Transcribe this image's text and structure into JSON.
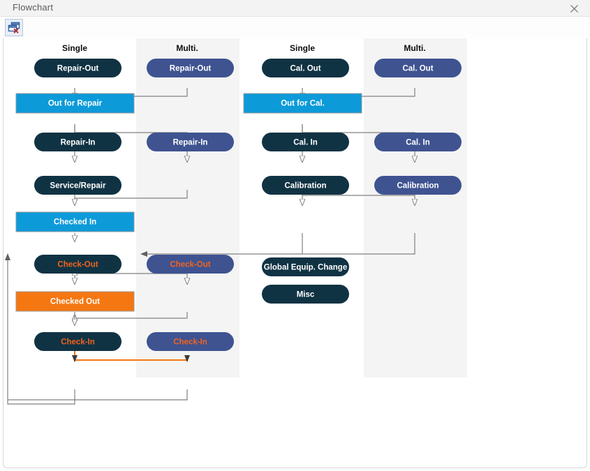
{
  "window": {
    "title": "Flowchart",
    "close_icon": "close-x-icon"
  },
  "toolbar": {
    "buttons": [
      {
        "name": "close-window-button",
        "icon": "window-close-red-x-icon",
        "tooltip": "Close"
      }
    ]
  },
  "colors": {
    "node_single": "#103344",
    "node_multi": "#3f5391",
    "state_blue": "#0c9ad9",
    "state_orange": "#f57711",
    "label_white": "#ffffff",
    "label_orange": "#f4631c",
    "band_gray": "#f4f4f4",
    "connector_gray": "#808080",
    "connector_orange": "#f57711",
    "title_text": "#5a5a5a"
  },
  "columns": [
    {
      "id": "repair-single",
      "label": "Single",
      "variant": "single",
      "banded": false
    },
    {
      "id": "repair-multi",
      "label": "Multi.",
      "variant": "multi",
      "banded": true
    },
    {
      "id": "cal-single",
      "label": "Single",
      "variant": "single",
      "banded": false
    },
    {
      "id": "cal-multi",
      "label": "Multi.",
      "variant": "multi",
      "banded": true
    }
  ],
  "nodes": {
    "repair_out_single": {
      "label": "Repair-Out",
      "shape": "pill",
      "fill": "node_single",
      "text": "label_white"
    },
    "repair_out_multi": {
      "label": "Repair-Out",
      "shape": "pill",
      "fill": "node_multi",
      "text": "label_white"
    },
    "out_for_repair": {
      "label": "Out for Repair",
      "shape": "rect",
      "fill": "state_blue",
      "text": "label_white"
    },
    "repair_in_single": {
      "label": "Repair-In",
      "shape": "pill",
      "fill": "node_single",
      "text": "label_white"
    },
    "repair_in_multi": {
      "label": "Repair-In",
      "shape": "pill",
      "fill": "node_multi",
      "text": "label_white"
    },
    "service_repair": {
      "label": "Service/Repair",
      "shape": "pill",
      "fill": "node_single",
      "text": "label_white"
    },
    "checked_in": {
      "label": "Checked In",
      "shape": "rect",
      "fill": "state_blue",
      "text": "label_white"
    },
    "check_out_single": {
      "label": "Check-Out",
      "shape": "pill",
      "fill": "node_single",
      "text": "label_orange"
    },
    "check_out_multi": {
      "label": "Check-Out",
      "shape": "pill",
      "fill": "node_multi",
      "text": "label_orange"
    },
    "checked_out": {
      "label": "Checked Out",
      "shape": "rect",
      "fill": "state_orange",
      "text": "label_white"
    },
    "check_in_single": {
      "label": "Check-In",
      "shape": "pill",
      "fill": "node_single",
      "text": "label_orange"
    },
    "check_in_multi": {
      "label": "Check-In",
      "shape": "pill",
      "fill": "node_multi",
      "text": "label_orange"
    },
    "cal_out_single": {
      "label": "Cal. Out",
      "shape": "pill",
      "fill": "node_single",
      "text": "label_white"
    },
    "cal_out_multi": {
      "label": "Cal. Out",
      "shape": "pill",
      "fill": "node_multi",
      "text": "label_white"
    },
    "out_for_cal": {
      "label": "Out for Cal.",
      "shape": "rect",
      "fill": "state_blue",
      "text": "label_white"
    },
    "cal_in_single": {
      "label": "Cal. In",
      "shape": "pill",
      "fill": "node_single",
      "text": "label_white"
    },
    "cal_in_multi": {
      "label": "Cal. In",
      "shape": "pill",
      "fill": "node_multi",
      "text": "label_white"
    },
    "calibration_single": {
      "label": "Calibration",
      "shape": "pill",
      "fill": "node_single",
      "text": "label_white"
    },
    "calibration_multi": {
      "label": "Calibration",
      "shape": "pill",
      "fill": "node_multi",
      "text": "label_white"
    },
    "global_equip_change": {
      "label": "Global Equip. Change",
      "shape": "pill",
      "fill": "node_single",
      "text": "label_white"
    },
    "misc": {
      "label": "Misc",
      "shape": "pill",
      "fill": "node_single",
      "text": "label_white"
    }
  },
  "headers": {
    "repair_single": "Single",
    "repair_multi": "Multi.",
    "cal_single": "Single",
    "cal_multi": "Multi."
  }
}
